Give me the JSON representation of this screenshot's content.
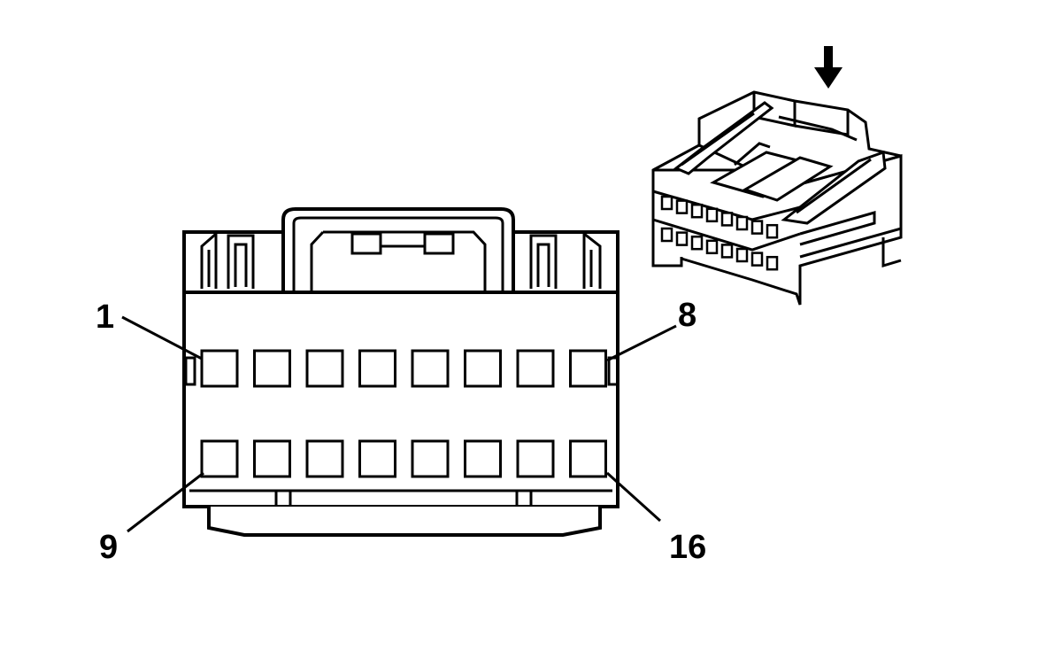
{
  "diagram": {
    "pin_labels": {
      "top_left": "1",
      "top_right": "8",
      "bottom_left": "9",
      "bottom_right": "16"
    },
    "face_view": {
      "rows": 2,
      "pins_per_row": 8
    },
    "iso_view": {
      "direction_arrow": "down-arrow-icon"
    }
  }
}
